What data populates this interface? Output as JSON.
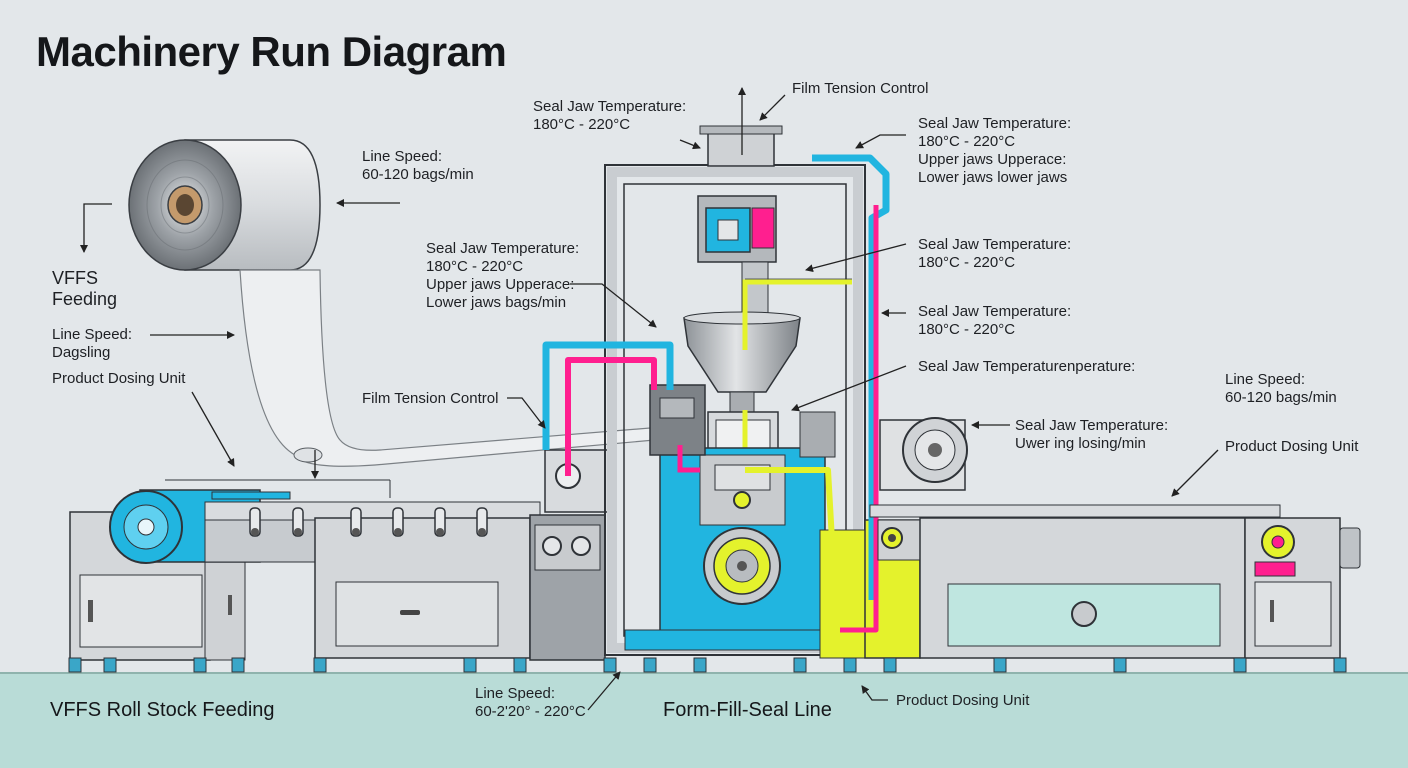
{
  "title": "Machinery Run Diagram",
  "colors": {
    "background": "#e3e7ea",
    "floor": "#b9dcd7",
    "cyan": "#21b5e0",
    "magenta": "#ff1f8f",
    "lime": "#e4f22c",
    "steel": "#c9cdd1",
    "outline": "#2f3338"
  },
  "labels": {
    "seal_top_left": [
      "Seal Jaw Temperature:",
      "180°C - 220°C"
    ],
    "film_tension_top": [
      "Film Tension Control"
    ],
    "seal_top_right": [
      "Seal Jaw Temperature:",
      "180°C - 220°C",
      "Upper jaws Upperace:",
      "Lower jaws lower jaws"
    ],
    "line_speed_roll": [
      "Line Speed:",
      "60-120 bags/min"
    ],
    "vffs_feeding": [
      "VFFS",
      "Feeding"
    ],
    "line_speed_left": [
      "Line Speed:",
      "Dagsling"
    ],
    "product_dosing_left": [
      "Product Dosing Unit"
    ],
    "seal_mid_left": [
      "Seal Jaw Temperature:",
      "180°C - 220°C",
      "Upper jaws Upperace:",
      "Lower jaws bags/min"
    ],
    "seal_right_1": [
      "Seal Jaw Temperature:",
      "180°C - 220°C"
    ],
    "seal_right_2": [
      "Seal Jaw Temperature:",
      "180°C - 220°C"
    ],
    "seal_right_3": [
      "Seal Jaw Temperaturenperature:"
    ],
    "film_tension_mid": [
      "Film Tension Control"
    ],
    "line_speed_right": [
      "Line Speed:",
      "60-120 bags/min"
    ],
    "seal_right_4": [
      "Seal Jaw Temperature:",
      "Uwer ing losing/min"
    ],
    "product_dosing_right": [
      "Product Dosing Unit"
    ],
    "line_speed_bottom": [
      "Line Speed:",
      "60-2'20° - 220°C"
    ],
    "product_dosing_bottom": [
      "Product Dosing Unit"
    ]
  },
  "floor_labels": {
    "roll_stock": "VFFS Roll Stock Feeding",
    "fill_seal": "Form-Fill-Seal Line"
  }
}
